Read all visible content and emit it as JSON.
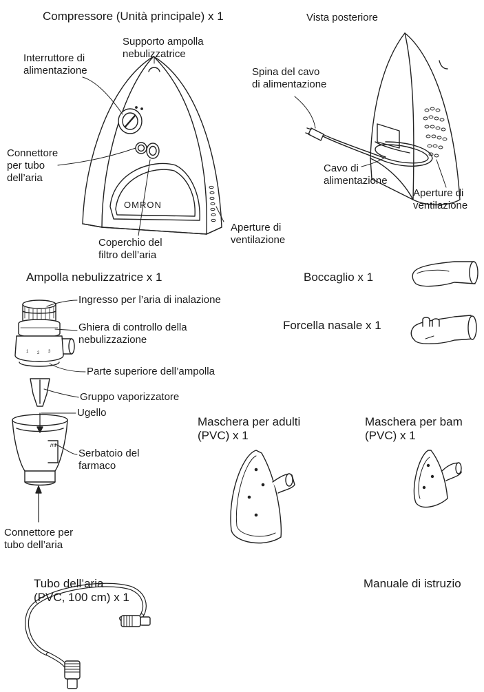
{
  "compressor": {
    "title": "Compressore (Unità principale) x 1",
    "labels": {
      "nebulizer_holder": "Supporto ampolla\nnebulizzatrice",
      "power_switch": "Interruttore di\nalimentazione",
      "air_tube_connector": "Connettore\nper tubo\ndell’aria",
      "air_filter_cover": "Coperchio del\nfiltro dell’aria",
      "air_vents": "Aperture di\nventilazione",
      "brand": "OMRON"
    }
  },
  "rear_view": {
    "title": "Vista posteriore",
    "labels": {
      "power_plug": "Spina del cavo\ndi alimentazione",
      "power_cord": "Cavo di\nalimentazione",
      "air_vents": "Aperture di\nventilazione"
    }
  },
  "nebulizer_kit": {
    "title": "Ampolla nebulizzatrice x 1",
    "labels": {
      "inhalation_air_inlet": "Ingresso per l’aria di inalazione",
      "nebulization_control_ring": "Ghiera di controllo della\nnebulizzazione",
      "nebulizer_top": "Parte superiore dell’ampolla",
      "vaporizer_head": "Gruppo vaporizzatore",
      "nozzle": "Ugello",
      "medication_tank": "Serbatoio del\nfarmaco",
      "air_tube_connector": "Connettore per\ntubo dell’aria",
      "tank_unit": "ml"
    }
  },
  "mouthpiece": {
    "title": "Boccaglio x 1"
  },
  "nasal_piece": {
    "title": "Forcella nasale x 1"
  },
  "adult_mask": {
    "title": "Maschera per adulti\n(PVC) x 1"
  },
  "child_mask": {
    "title": "Maschera per bam\n(PVC) x 1"
  },
  "air_tube": {
    "title": "Tubo dell’aria\n(PVC, 100 cm) x 1"
  },
  "manual": {
    "title": "Manuale di istruzio"
  }
}
